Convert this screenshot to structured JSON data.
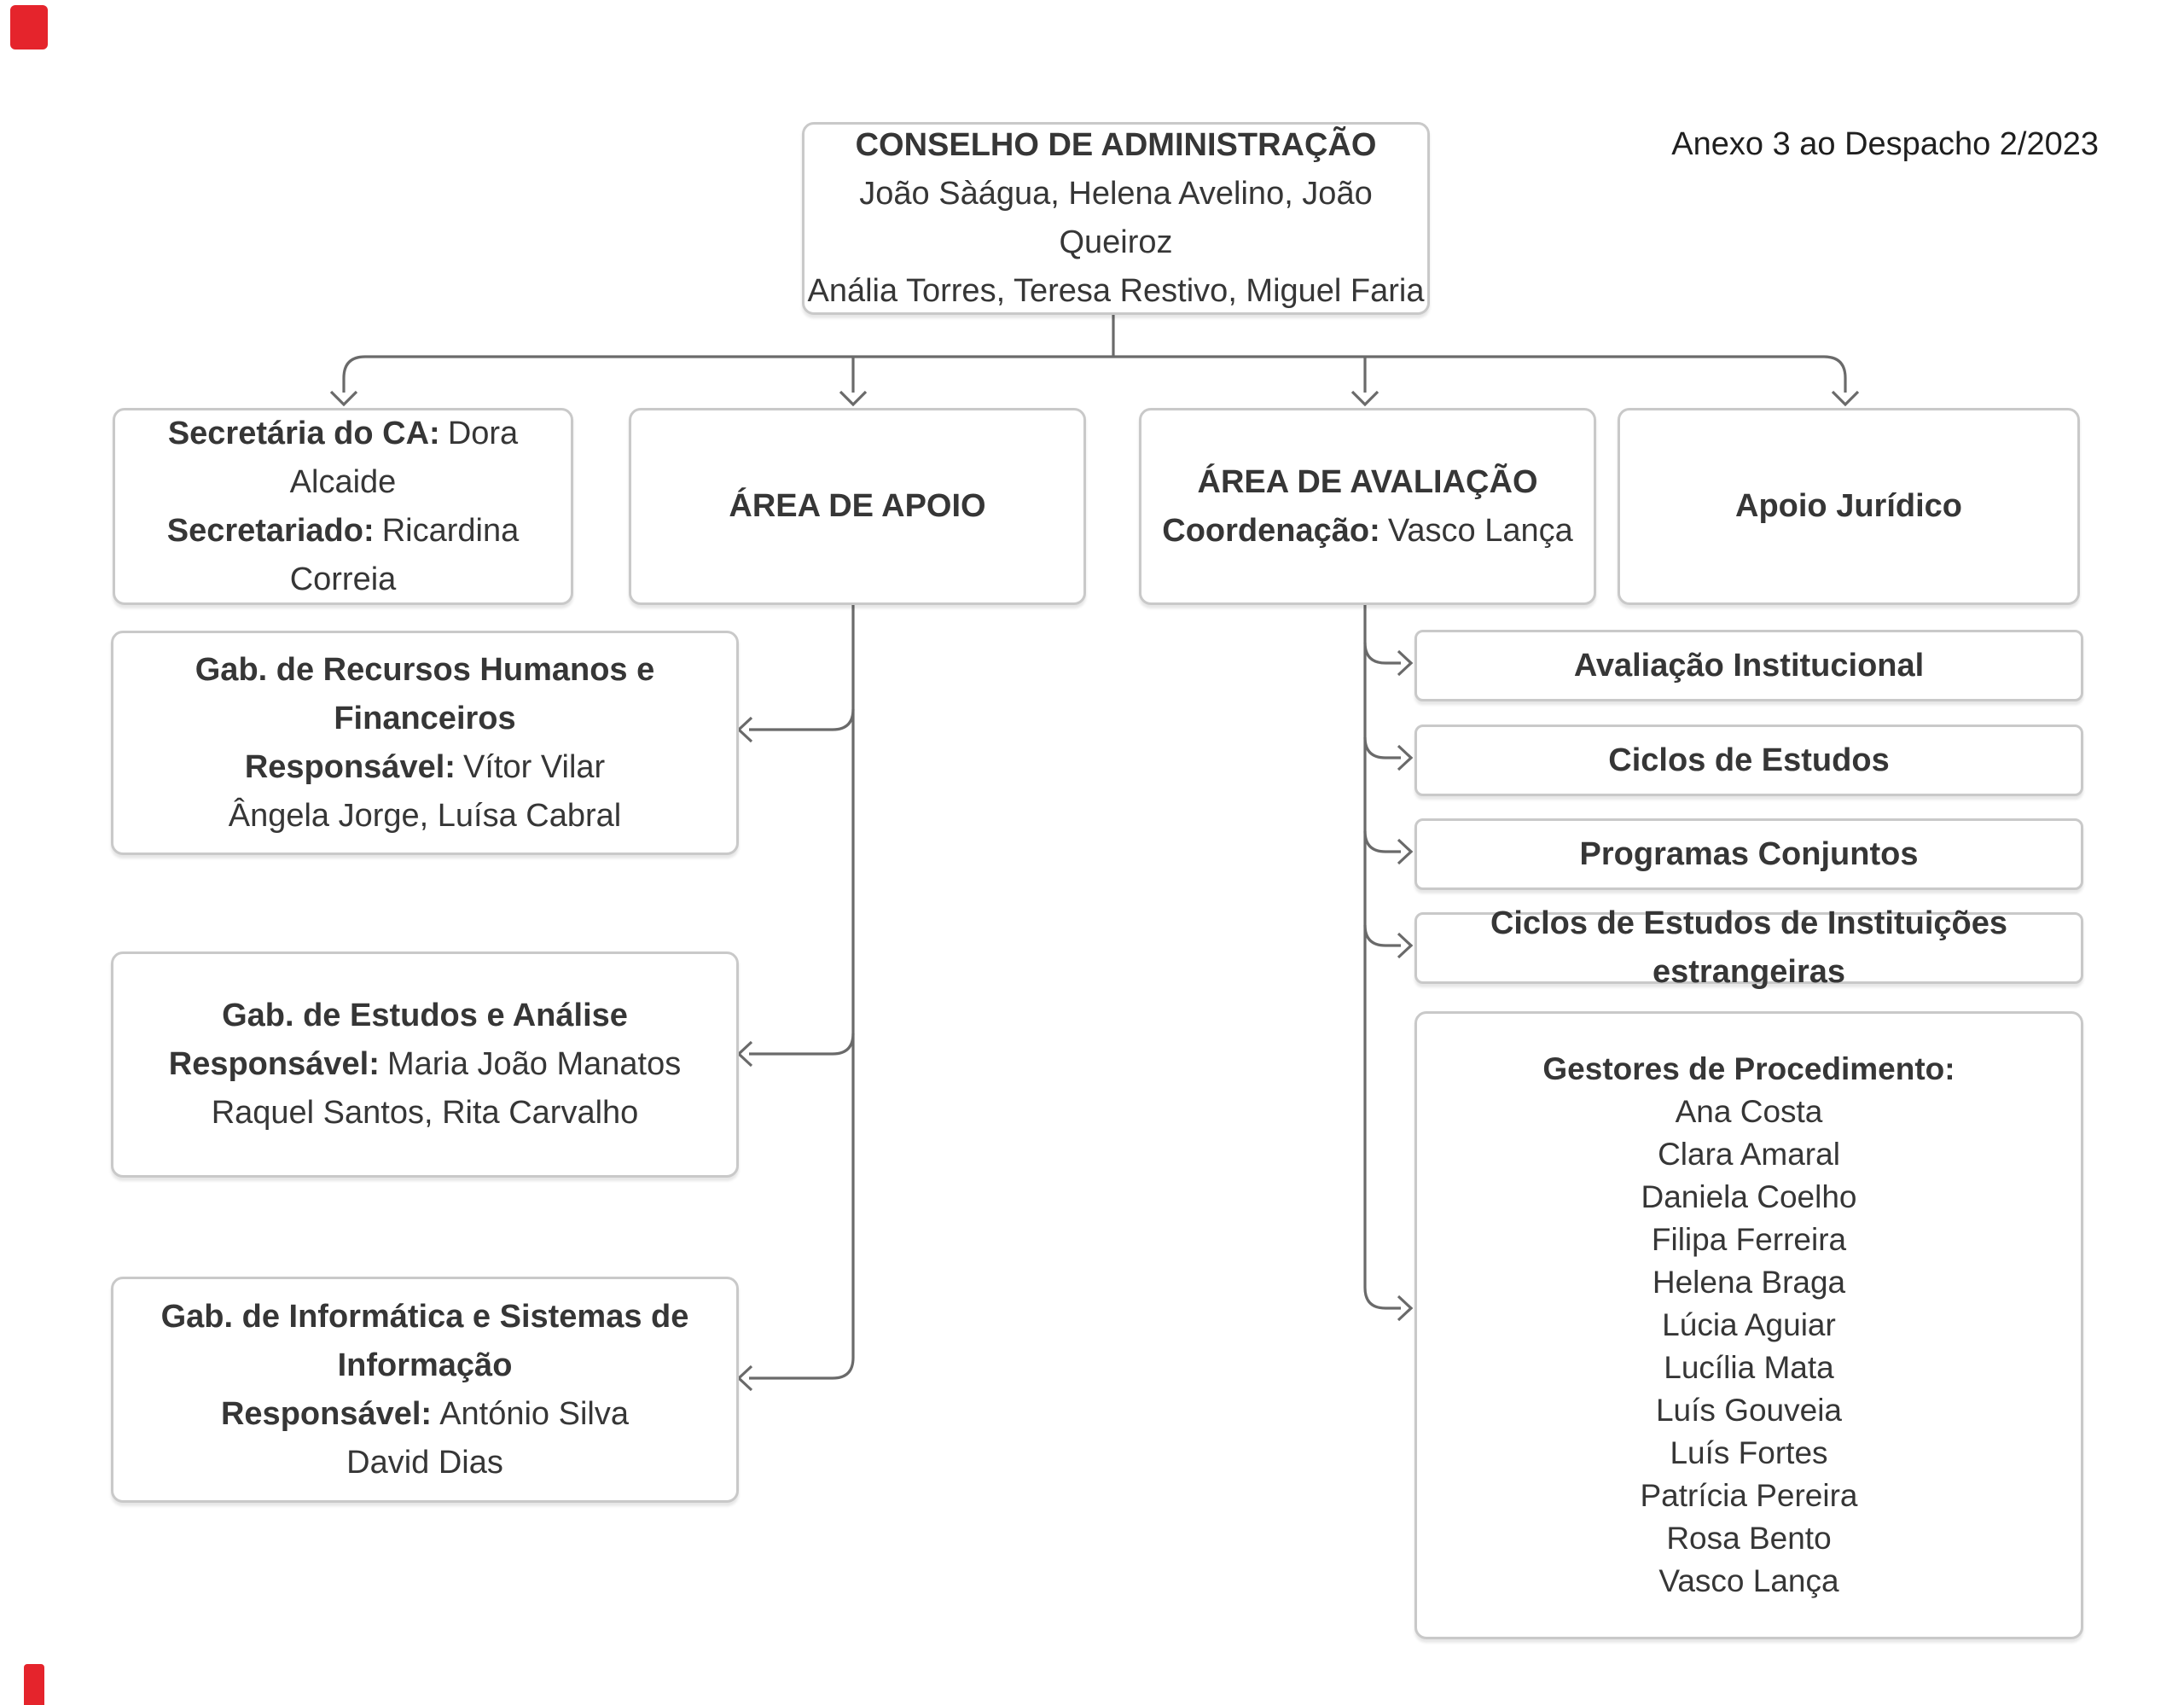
{
  "annotation": "Anexo 3 ao Despacho 2/2023",
  "colors": {
    "background": "#ffffff",
    "box_border": "#c9c9c9",
    "connector": "#6a6a6a",
    "text": "#363636",
    "red_mark": "#e5242c"
  },
  "org": {
    "root": {
      "title": "CONSELHO DE ADMINISTRAÇÃO",
      "line2": "João Sàágua, Helena Avelino, João Queiroz",
      "line3": "Anália Torres, Teresa Restivo, Miguel Faria"
    },
    "secretariat": {
      "label1": "Secretária do CA:",
      "value1": "Dora Alcaide",
      "label2": "Secretariado:",
      "value2": "Ricardina Correia"
    },
    "area_apoio": {
      "title": "ÁREA DE APOIO"
    },
    "area_avaliacao": {
      "title": "ÁREA DE AVALIAÇÃO",
      "label": "Coordenação:",
      "value": "Vasco Lança"
    },
    "apoio_juridico": {
      "title": "Apoio Jurídico"
    },
    "gab_rh": {
      "title": "Gab. de Recursos Humanos e Financeiros",
      "label": "Responsável:",
      "value": "Vítor Vilar",
      "line3": "Ângela Jorge, Luísa Cabral"
    },
    "gab_estudos": {
      "title": "Gab. de Estudos e Análise",
      "label": "Responsável:",
      "value": "Maria João Manatos",
      "line3": "Raquel Santos, Rita Carvalho"
    },
    "gab_informatica": {
      "title": "Gab. de Informática e Sistemas de Informação",
      "label": "Responsável:",
      "value": "António Silva",
      "line3": "David Dias"
    },
    "avaliacao_units": [
      "Avaliação Institucional",
      "Ciclos de Estudos",
      "Programas Conjuntos",
      "Ciclos de Estudos de Instituições estrangeiras"
    ],
    "gestores": {
      "title": "Gestores de Procedimento:",
      "names": [
        "Ana Costa",
        "Clara Amaral",
        "Daniela Coelho",
        "Filipa Ferreira",
        "Helena Braga",
        "Lúcia Aguiar",
        "Lucília Mata",
        "Luís Gouveia",
        "Luís Fortes",
        "Patrícia Pereira",
        "Rosa Bento",
        "Vasco Lança"
      ]
    }
  }
}
